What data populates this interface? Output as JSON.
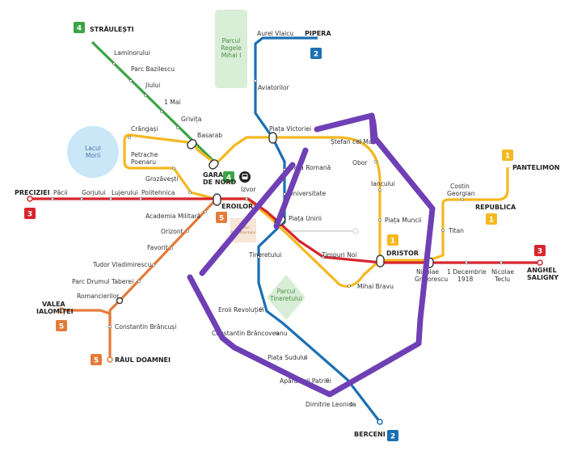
{
  "colors": {
    "line1": "#f5b820",
    "line2": "#1b6fb3",
    "line3": "#d7262e",
    "line4": "#3aa544",
    "line5": "#e47b3b",
    "overlay": "#6f3fb5",
    "park": "#d8eed6",
    "lake": "#c9e7f7"
  },
  "parks": {
    "regele_mihai": [
      "Parcul",
      "Regele",
      "Mihai I"
    ],
    "tineretului": [
      "Parcul",
      "Tineretului"
    ],
    "parlament": [
      "Palatul",
      "Parlamentului"
    ]
  },
  "lake": [
    "Lacul",
    "Morii"
  ],
  "badges": {
    "l4_top": "4",
    "l4_gara": "4",
    "l2_top": "2",
    "l2_bottom": "2",
    "l3_left": "3",
    "l3_right": "3",
    "l1_pantelimon": "1",
    "l1_republica": "1",
    "l1_dristor": "1",
    "l5_eroilor": "5",
    "l5_valea": "5",
    "l5_raul": "5"
  },
  "terminals": {
    "straulesti": "STRĂULEȘTI",
    "pipera": "PIPERA",
    "berceni": "BERCENI",
    "preciziei": "PRECIZIEI",
    "anghel_saligny": [
      "ANGHEL",
      "SALIGNY"
    ],
    "pantelimon": "PANTELIMON",
    "republica": "REPUBLICA",
    "dristor": "DRISTOR",
    "eroilor": "EROILOR",
    "gara_de_nord": [
      "GARA",
      "DE NORD"
    ],
    "valea_ialomitei": [
      "VALEA",
      "IALOMIȚEI"
    ],
    "raul_doamnei": "RĂUL DOAMNEI"
  },
  "stations": {
    "laminorului": "Laminorului",
    "parc_bazilescu": "Parc Bazilescu",
    "jiului": "Jiului",
    "1_mai": "1 Mai",
    "grivita": "Grivița",
    "basarab": "Basarab",
    "aurel_vlaicu": "Aurel Vlaicu",
    "aviatorilor": "Aviatorilor",
    "piata_victoriei": "Piața Victoriei",
    "piata_romana": "Piața Romană",
    "universitate": "Universitate",
    "piata_unirii": "Piața Unirii",
    "tineretului": "Tineretului",
    "eroii_revolutiei": "Eroii Revoluției",
    "constantin_brancoveanu": "Constantin Brâncoveanu",
    "piata_sudului": "Piața Sudului",
    "aparatorii_patriei": "Apărătorii Patriei",
    "dimitrie_leonida": "Dimitrie Leonida",
    "crangasi": "Crângași",
    "petrache_poenaru": [
      "Petrache",
      "Poenaru"
    ],
    "grozavesti": "Grozăvești",
    "izvor": "Izvor",
    "stefan_cel_mare": "Ștefan cel Mare",
    "obor": "Obor",
    "iancului": "Iancului",
    "piata_muncii": "Piața Muncii",
    "mihai_bravu": "Mihai Bravu",
    "timpuri_noi": "Timpuri Noi",
    "costin_georgian": [
      "Costin",
      "Georgian"
    ],
    "titan": "Titan",
    "pacii": "Păcii",
    "gorjului": "Gorjului",
    "lujerului": "Lujerului",
    "politehnica": "Politehnica",
    "nicolae_grigorescu": [
      "Nicolae",
      "Grigorescu"
    ],
    "1_decembrie_1918": [
      "1 Decembrie",
      "1918"
    ],
    "nicolae_teclu": [
      "Nicolae",
      "Teclu"
    ],
    "academia_militara": "Academia Militară",
    "orizont": "Orizont",
    "favorit": "Favorit",
    "tudor_vladimirescu": "Tudor Vladimirescu",
    "parc_drumul_taberei": "Parc Drumul Taberei",
    "romancierilor": "Romancierilor",
    "constantin_brancusi": "Constantin Brâncuși"
  }
}
